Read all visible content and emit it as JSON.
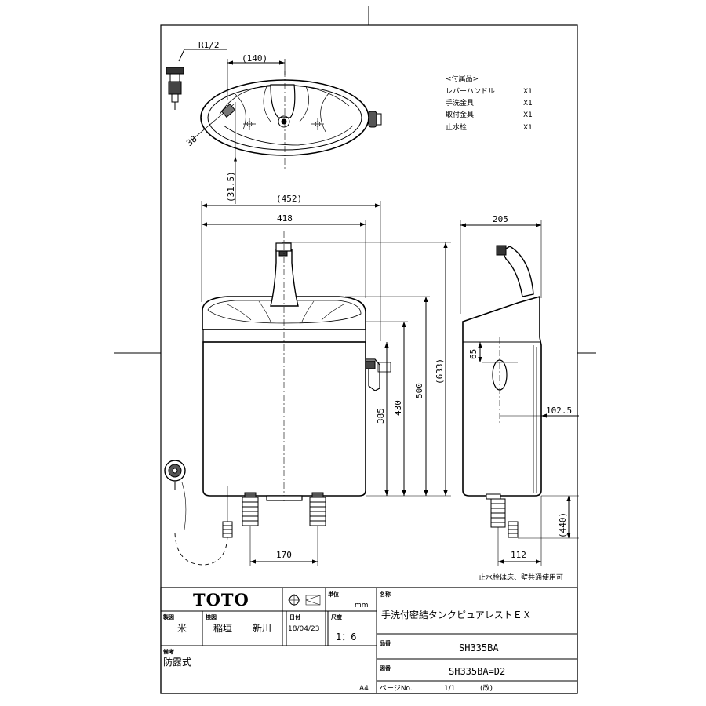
{
  "top_view": {
    "fitting": "R1/2",
    "dim_140": "(140)",
    "dim_38": "38",
    "dim_31_5": "(31.5)"
  },
  "front_view": {
    "dim_452": "(452)",
    "dim_418": "418",
    "dim_633": "(633)",
    "dim_500": "500",
    "dim_430": "430",
    "dim_385": "385",
    "dim_170": "170"
  },
  "side_view": {
    "dim_205": "205",
    "dim_65": "65",
    "dim_102_5": "102.5",
    "dim_440": "(440)",
    "dim_112": "112"
  },
  "accessories": {
    "title": "<付属品>",
    "items": [
      {
        "name": "レバーハンドル",
        "qty": "X1"
      },
      {
        "name": "手洗金具",
        "qty": "X1"
      },
      {
        "name": "取付金具",
        "qty": "X1"
      },
      {
        "name": "止水栓",
        "qty": "X1"
      }
    ]
  },
  "note": "止水栓は床、壁共通使用可",
  "title_block": {
    "logo": "TOTO",
    "unit_label": "単位",
    "unit": "mm",
    "name_label": "名称",
    "name": "手洗付密結タンクピュアレストＥＸ",
    "drafter_label": "製図",
    "drafter": "米",
    "checker_label": "検図",
    "checker1": "稲垣",
    "checker2": "新川",
    "date_label": "日付",
    "date": "18/04/23",
    "scale_label": "尺度",
    "scale": "1：6",
    "product_label": "品番",
    "product": "SH335BA",
    "remark_label": "備考",
    "remark": "防露式",
    "drawing_label": "図番",
    "drawing_no": "SH335BA=D2",
    "paper": "A4",
    "page_label": "ページNo.",
    "page": "1/1",
    "rev_label": "(改)"
  }
}
